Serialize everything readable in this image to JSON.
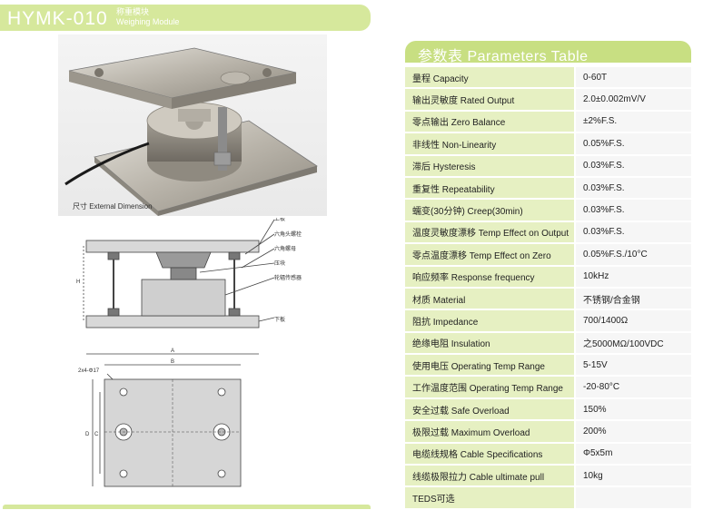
{
  "header": {
    "model": "HYMK-010",
    "subtitle_cn": "称重模块",
    "subtitle_en": "Weighing Module"
  },
  "photo": {
    "caption": "尺寸 External Dimension"
  },
  "drawing": {
    "labels": {
      "top_plate": "上板",
      "hex_bolt": "六角头螺栓",
      "hex_nut": "六角螺母",
      "pressure_block": "压块",
      "sensor": "轮辐传感器",
      "bottom_plate": "下板",
      "hole_spec": "2x4-Φ17",
      "dim_a": "A",
      "dim_b": "B",
      "dim_c": "C",
      "dim_d": "D",
      "dim_h": "H"
    }
  },
  "table": {
    "title": "参数表  Parameters Table",
    "rows": [
      {
        "name": "量程 Capacity",
        "value": "0-60T"
      },
      {
        "name": "输出灵敏度 Rated Output",
        "value": "2.0±0.002mV/V"
      },
      {
        "name": "零点输出 Zero Balance",
        "value": "±2%F.S."
      },
      {
        "name": "非线性 Non-Linearity",
        "value": "0.05%F.S."
      },
      {
        "name": "滞后 Hysteresis",
        "value": "0.03%F.S."
      },
      {
        "name": "重复性 Repeatability",
        "value": "0.03%F.S."
      },
      {
        "name": "蠕变(30分钟) Creep(30min)",
        "value": "0.03%F.S."
      },
      {
        "name": "温度灵敏度漂移 Temp Effect on Output",
        "value": "0.03%F.S."
      },
      {
        "name": "零点温度漂移 Temp Effect on Zero",
        "value": "0.05%F.S./10°C"
      },
      {
        "name": "响应频率 Response frequency",
        "value": "10kHz"
      },
      {
        "name": "材质 Material",
        "value": "不锈钢/合金钢"
      },
      {
        "name": "阻抗 Impedance",
        "value": "700/1400Ω"
      },
      {
        "name": "绝缘电阻 Insulation",
        "value": "之5000MΩ/100VDC"
      },
      {
        "name": "使用电压 Operating Temp Range",
        "value": "5-15V"
      },
      {
        "name": "工作温度范围 Operating Temp Range",
        "value": "-20-80°C"
      },
      {
        "name": "安全过载 Safe Overload",
        "value": "150%"
      },
      {
        "name": "极限过载 Maximum Overload",
        "value": "200%"
      },
      {
        "name": "电缆线规格 Cable Specifications",
        "value": "Φ5x5m"
      },
      {
        "name": "线缆极限拉力 Cable ultimate pull",
        "value": "10kg"
      },
      {
        "name": "TEDS可选",
        "value": ""
      }
    ]
  },
  "colors": {
    "accent": "#c8df82",
    "header_bar": "#d6e89c",
    "row_name_bg": "#e6f0c2",
    "row_value_bg": "#f6f6f6"
  }
}
